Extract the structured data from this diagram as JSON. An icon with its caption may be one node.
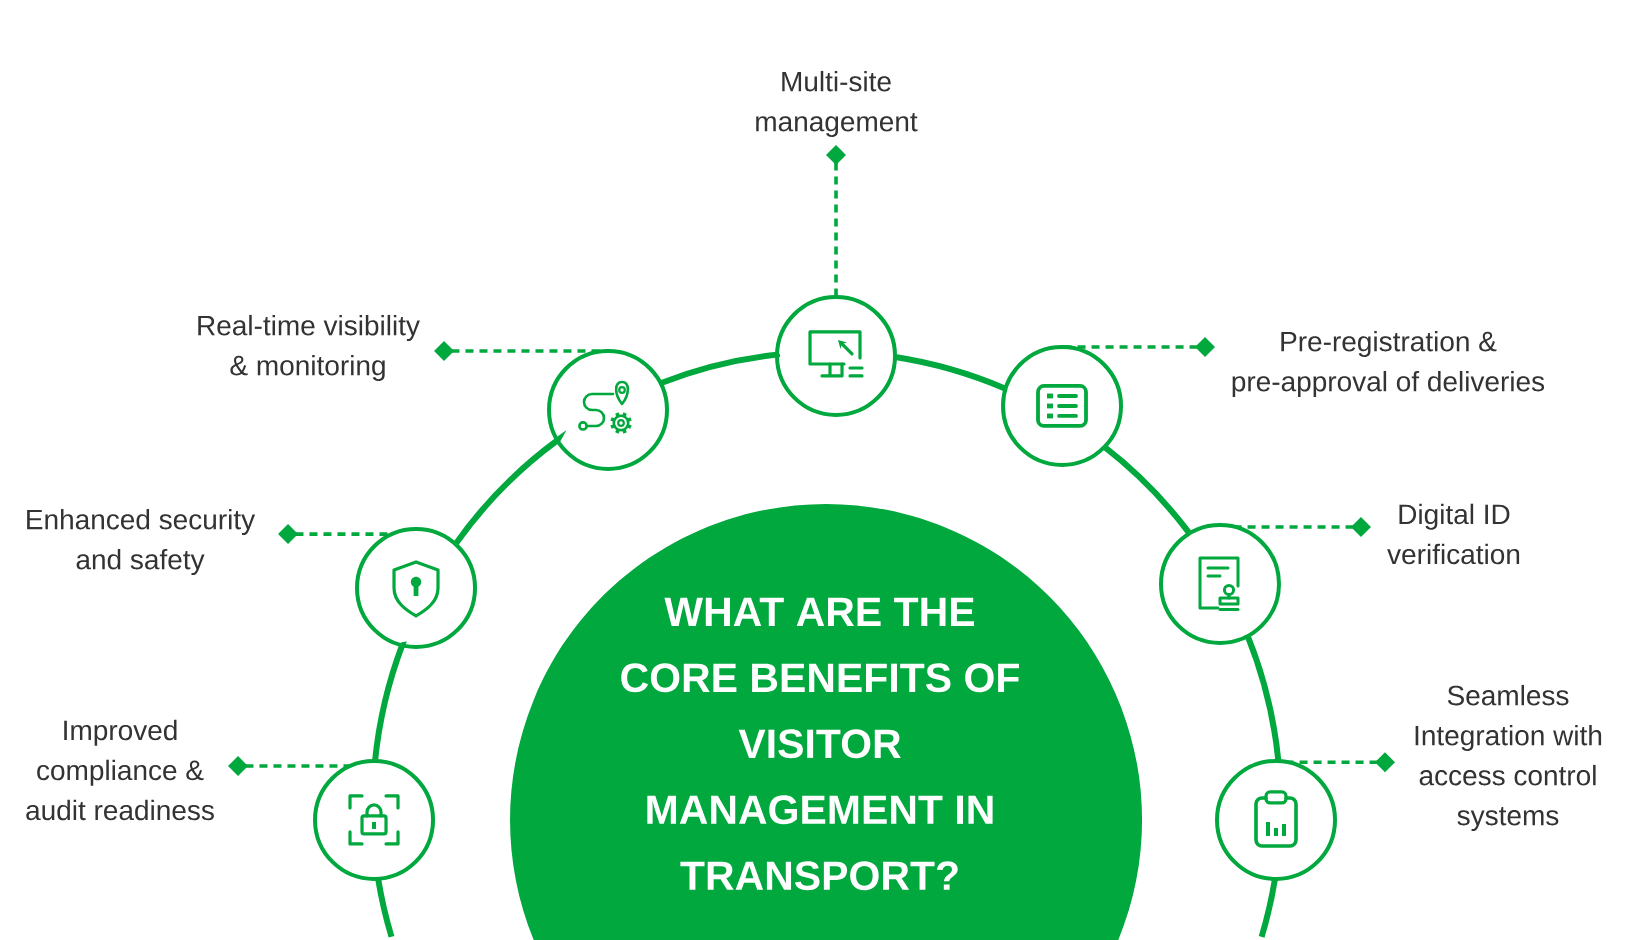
{
  "diagram": {
    "nodes": [
      {
        "text": [
          "WHAT ARE THE CORE BENEFITS OF VISITOR MANAGEMENT IN TRANSPORT?"
        ]
      },
      {
        "text": [
          "Improved compliance & audit readiness"
        ]
      },
      {
        "text": [],
        "shape": "circle"
      },
      {
        "text": [
          "Enhanced security and safety"
        ]
      },
      {
        "text": [],
        "shape": "circle"
      },
      {
        "text": [
          "Real-time visibility & monitoring"
        ]
      },
      {
        "text": [],
        "shape": "circle"
      },
      {
        "text": [
          "Multi-site management"
        ]
      },
      {
        "text": [],
        "shape": "circle"
      },
      {
        "text": [
          "Pre-registration & pre-approval of deliveries"
        ]
      },
      {
        "text": [],
        "shape": "circle"
      },
      {
        "text": [
          "Digital ID verification"
        ]
      },
      {
        "text": [],
        "shape": "circle"
      },
      {
        "text": [
          "Seamless Integration with access control systems"
        ]
      },
      {
        "text": [],
        "shape": "circle"
      }
    ],
    "edges": [
      {
        "from": 1,
        "to": 2,
        "arrow": "other",
        "style": "dashed"
      },
      {
        "from": 3,
        "to": 4,
        "arrow": "other",
        "style": "dashed"
      },
      {
        "from": 5,
        "to": 6,
        "arrow": "other",
        "style": "dashed"
      },
      {
        "from": 7,
        "to": 8,
        "arrow": "other",
        "style": "dashed"
      },
      {
        "from": 9,
        "to": 10,
        "arrow": "other",
        "style": "dashed"
      },
      {
        "from": 11,
        "to": 12,
        "arrow": "other",
        "style": "dashed"
      },
      {
        "from": 13,
        "to": 14,
        "arrow": "other",
        "style": "dashed"
      },
      {
        "from": null,
        "to": 2,
        "arrow": "none"
      },
      {
        "from": 2,
        "to": 4,
        "arrow": "none"
      },
      {
        "from": 4,
        "to": 6,
        "arrow": "none"
      },
      {
        "from": 6,
        "to": 8,
        "arrow": "none"
      },
      {
        "from": 8,
        "to": 10,
        "arrow": "none"
      },
      {
        "from": 10,
        "to": 12,
        "arrow": "none"
      },
      {
        "from": 12,
        "to": 14,
        "arrow": "none"
      },
      {
        "from": 14,
        "to": null,
        "arrow": "none"
      }
    ]
  }
}
